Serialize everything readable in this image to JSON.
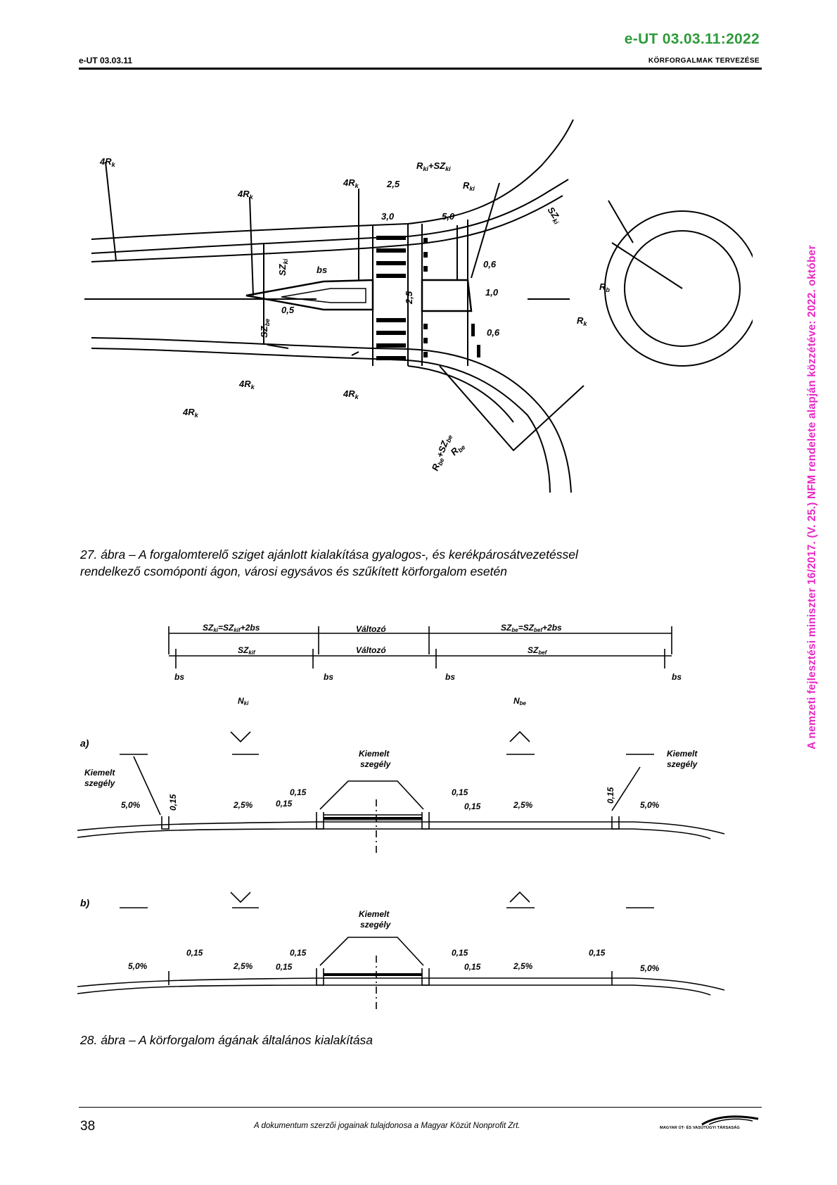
{
  "header": {
    "doc_code": "e-UT 03.03.11:2022",
    "left": "e-UT 03.03.11",
    "right": "KÖRFORGALMAK TERVEZÉSE"
  },
  "side_note": "A nemzeti fejlesztési miniszter 16/2017. (V. 25.) NFM rendelete alapján közzétéve: 2022. október",
  "figure27": {
    "caption_line1": "27. ábra – A forgalomterelő sziget ajánlott kialakítása gyalogos-, és kerékpárosátvezetéssel",
    "caption_line2": "rendelkező csomóponti ágon, városi egysávos és szűkített körforgalom esetén",
    "labels": {
      "r4k": "4R",
      "k_sub": "k",
      "bs": "bs",
      "rki_szki": "R",
      "rki": "R",
      "ki": "ki",
      "be": "be",
      "szki": "SZ",
      "szbe": "SZ",
      "rb": "R",
      "b_sub": "b",
      "rk": "R",
      "d25a": "2,5",
      "d30": "3,0",
      "d50": "5,0",
      "d25b": "2,5",
      "d06a": "0,6",
      "d10": "1,0",
      "d06b": "0,6",
      "d05": "0,5",
      "plus": "+"
    }
  },
  "figure28": {
    "caption": "28. ábra – A körforgalom ágának általános kialakítása",
    "dim_top_left": "SZ",
    "dim_top_left_sub1": "ki",
    "dim_top_left_eq": "=SZ",
    "dim_top_left_sub2": "kif",
    "dim_top_left_tail": "+2bs",
    "dim_mid": "Változó",
    "dim_top_right": "SZ",
    "dim_top_right_sub1": "be",
    "dim_top_right_eq": "=SZ",
    "dim_top_right_sub2": "bef",
    "dim_top_right_tail": "+2bs",
    "dim_bot_left": "SZ",
    "dim_bot_left_sub": "kif",
    "dim_bot_right": "SZ",
    "dim_bot_right_sub": "bef",
    "bs": "bs",
    "nki": "N",
    "nki_sub": "ki",
    "nbe": "N",
    "nbe_sub": "be",
    "panel_a": "a)",
    "panel_b": "b)",
    "kiemelt": "Kiemelt",
    "szegely": "szegély",
    "p50": "5,0%",
    "p25": "2,5%",
    "d015": "0,15"
  },
  "footer": {
    "page_number": "38",
    "copyright": "A dokumentum szerzői jogainak tulajdonosa a Magyar Közút Nonprofit Zrt.",
    "logo_text": "MAGYAR ÚT- ÉS VASÚTÜGYI TÁRSASÁG"
  },
  "colors": {
    "doc_code": "#2e9a3a",
    "side_note": "#e629c4"
  }
}
